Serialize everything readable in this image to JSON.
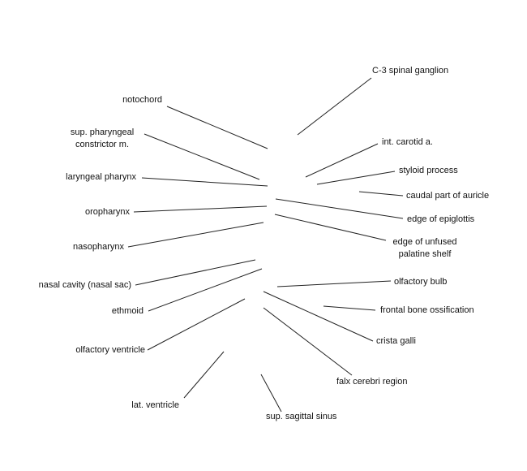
{
  "colors": {
    "line": "#222222",
    "text": "#111111",
    "background": "#ffffff"
  },
  "labels": [
    {
      "id": "c3-spinal-ganglion",
      "text": "C-3 spinal ganglion"
    },
    {
      "id": "notochord",
      "text": "notochord"
    },
    {
      "id": "sup-pharyngeal",
      "text": "sup. pharyngeal\nconstrictor m."
    },
    {
      "id": "int-carotid",
      "text": "int. carotid a."
    },
    {
      "id": "styloid-process",
      "text": "styloid process"
    },
    {
      "id": "laryngeal-pharynx",
      "text": "laryngeal pharynx"
    },
    {
      "id": "caudal-part-auricle",
      "text": "caudal part of auricle"
    },
    {
      "id": "oropharynx",
      "text": "oropharynx"
    },
    {
      "id": "edge-epiglottis",
      "text": "edge of epiglottis"
    },
    {
      "id": "edge-palatine-shelf",
      "text": "edge of unfused\npalatine shelf"
    },
    {
      "id": "nasopharynx",
      "text": "nasopharynx"
    },
    {
      "id": "olfactory-bulb",
      "text": "olfactory bulb"
    },
    {
      "id": "nasal-cavity",
      "text": "nasal cavity (nasal sac)"
    },
    {
      "id": "frontal-bone",
      "text": "frontal bone ossification"
    },
    {
      "id": "ethmoid",
      "text": "ethmoid"
    },
    {
      "id": "crista-galli",
      "text": "crista galli"
    },
    {
      "id": "olfactory-ventricle",
      "text": "olfactory ventricle"
    },
    {
      "id": "falx-cerebri",
      "text": "falx cerebri region"
    },
    {
      "id": "lat-ventricle",
      "text": "lat. ventricle"
    },
    {
      "id": "sup-sagittal-sinus",
      "text": "sup. sagittal sinus"
    }
  ]
}
